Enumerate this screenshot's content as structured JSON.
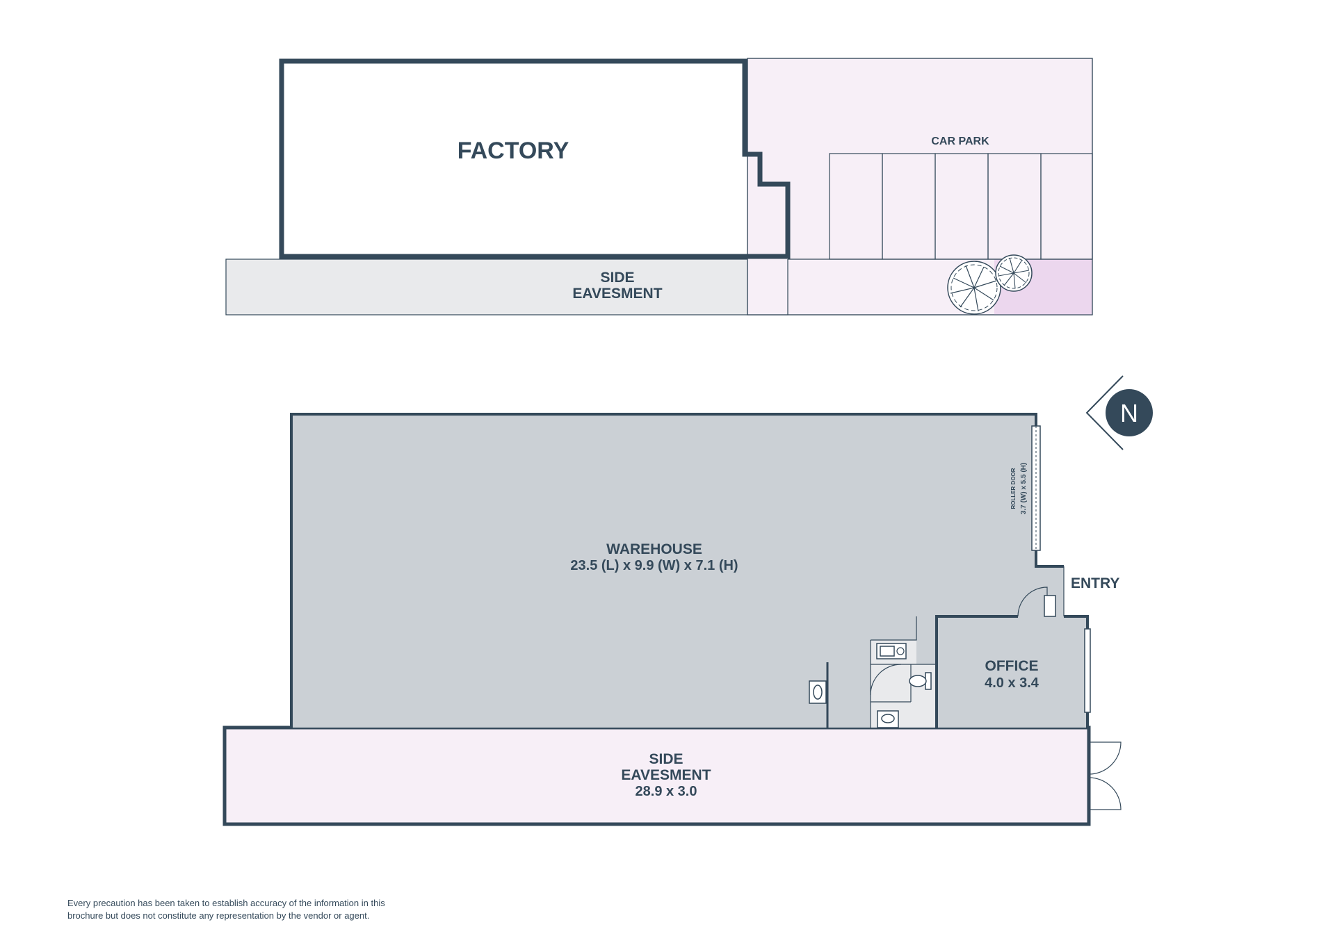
{
  "colors": {
    "wall": "#34495a",
    "warehouse_fill": "#cbd0d5",
    "eavesment_top_fill": "#e9eaec",
    "carpark_fill": "#f7eff7",
    "landscape_fill": "#ecd7ee",
    "eavesment_bottom_fill": "#f7eff7",
    "compass_fill": "#34495a"
  },
  "top_plan": {
    "factory": "FACTORY",
    "car_park": "CAR PARK",
    "side_eavesment": {
      "line1": "SIDE",
      "line2": "EAVESMENT"
    },
    "car_spaces": 5,
    "trees": [
      "tree-icon",
      "tree-icon"
    ]
  },
  "bottom_plan": {
    "warehouse": {
      "name": "WAREHOUSE",
      "dims": "23.5 (L) x 9.9 (W) x 7.1 (H)"
    },
    "roller_door": {
      "line1": "ROLLER DOOR",
      "line2": "3.7 (W) x 5.5 (H)"
    },
    "entry": "ENTRY",
    "office": {
      "name": "OFFICE",
      "dims": "4.0 x 3.4"
    },
    "side_eavesment": {
      "line1": "SIDE",
      "line2": "EAVESMENT",
      "dims": "28.9 x 3.0"
    },
    "fixtures": [
      "kitchen-sink-icon",
      "toilet-icon",
      "basin-icon",
      "basin-icon"
    ]
  },
  "compass": {
    "letter": "N",
    "icon": "north-arrow-icon"
  },
  "disclaimer": {
    "line1": "Every precaution has been taken to establish accuracy of the information in this",
    "line2": "brochure but does not constitute any representation by the vendor or agent."
  }
}
